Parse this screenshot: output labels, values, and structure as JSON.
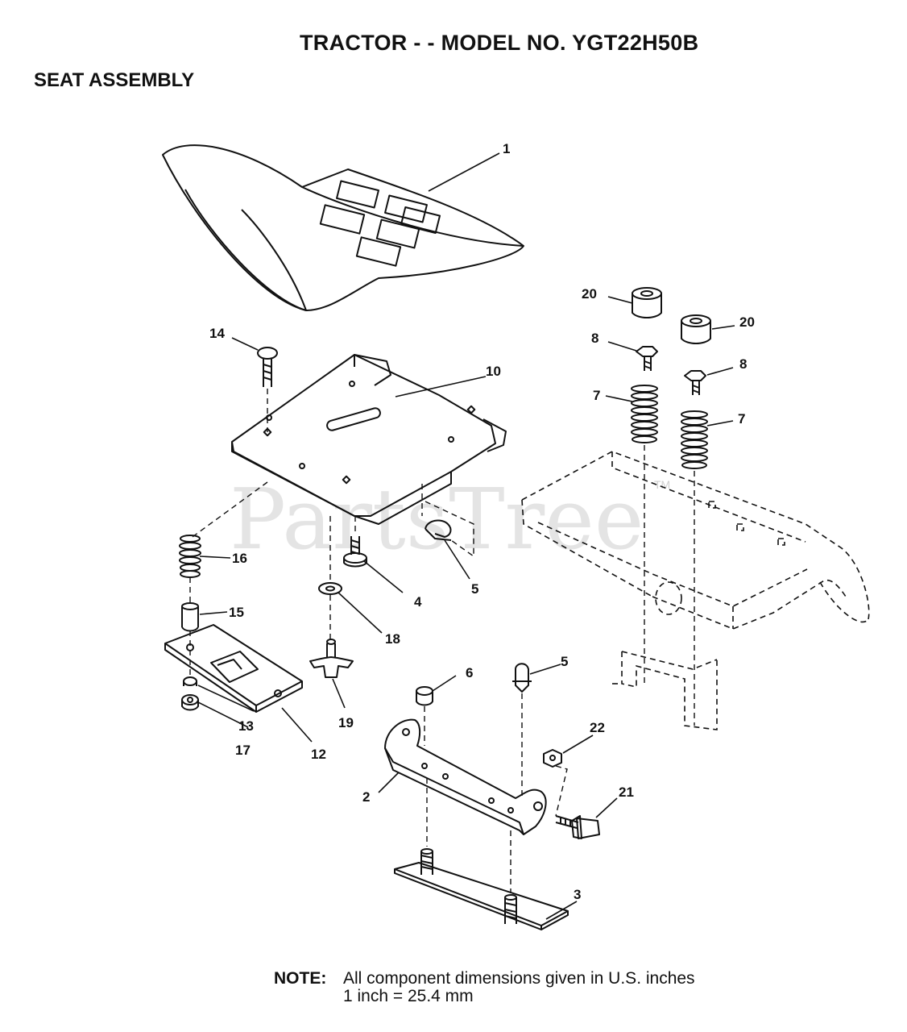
{
  "header": {
    "title": "TRACTOR - - MODEL NO. YGT22H50B",
    "subtitle": "SEAT ASSEMBLY"
  },
  "watermark": {
    "text": "PartsTree",
    "tm": "TM"
  },
  "note": {
    "label": "NOTE:",
    "line1": "All component dimensions given in U.S. inches",
    "line2": "1 inch = 25.4 mm"
  },
  "callouts": {
    "c1": "1",
    "c2": "2",
    "c3": "3",
    "c4": "4",
    "c5a": "5",
    "c5b": "5",
    "c6": "6",
    "c7a": "7",
    "c7b": "7",
    "c8a": "8",
    "c8b": "8",
    "c10": "10",
    "c12": "12",
    "c13": "13",
    "c14": "14",
    "c15": "15",
    "c16": "16",
    "c17": "17",
    "c18": "18",
    "c19": "19",
    "c20a": "20",
    "c20b": "20",
    "c21": "21",
    "c22": "22"
  }
}
